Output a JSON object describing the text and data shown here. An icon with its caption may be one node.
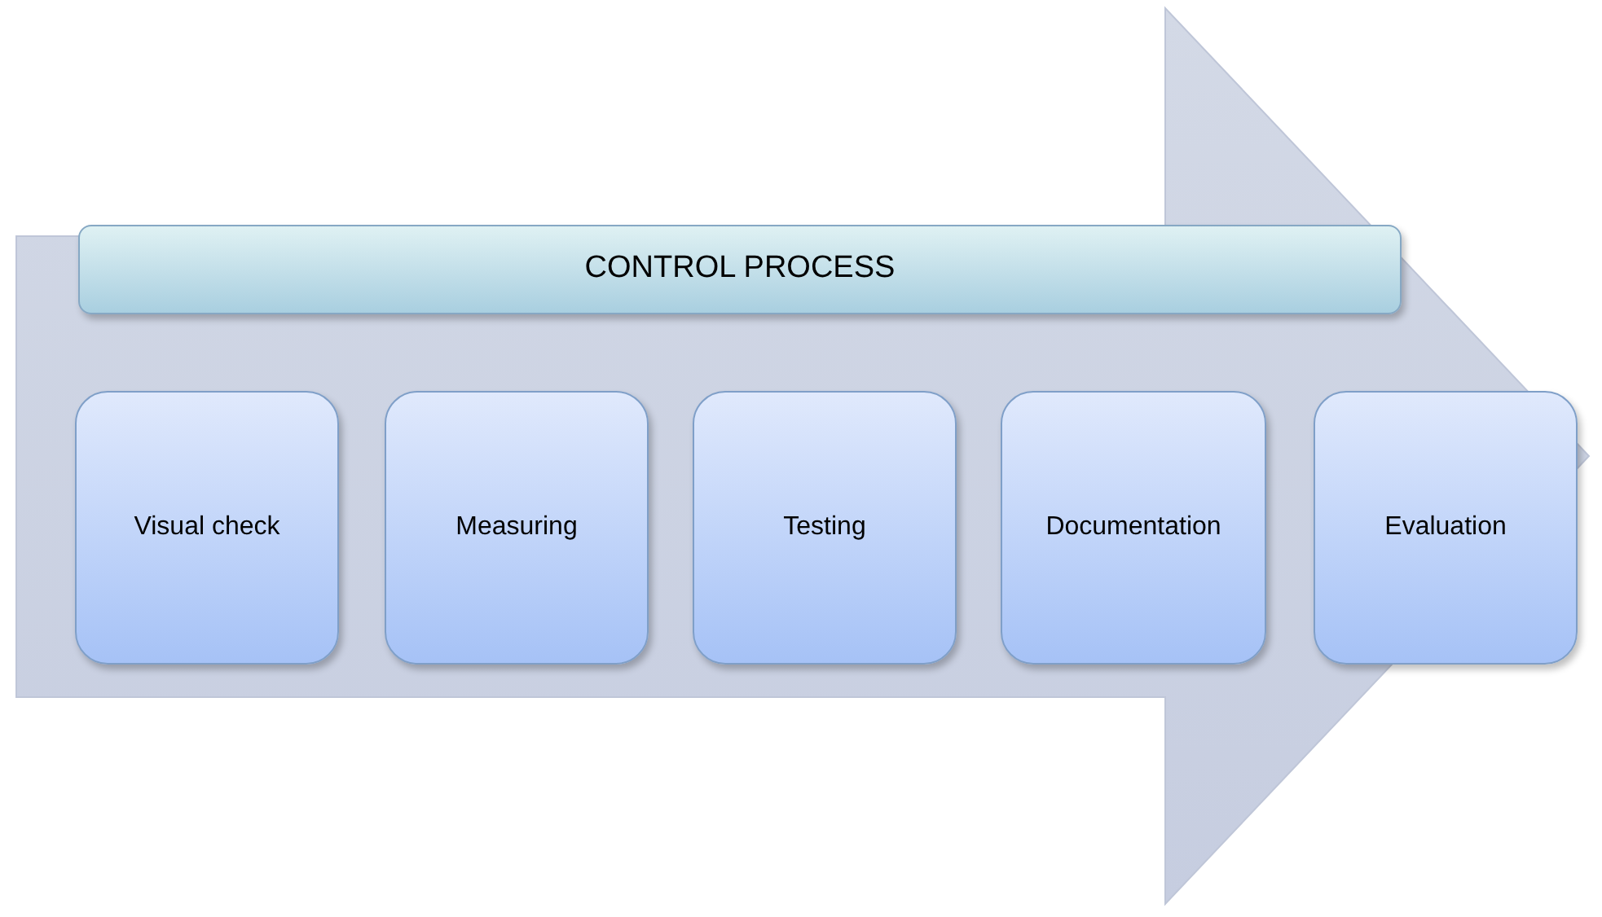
{
  "diagram": {
    "nodes": [
      {
        "text": [
          "CONTROL PROCESS"
        ]
      },
      {
        "text": [
          "Visual check"
        ]
      },
      {
        "text": [
          "Measuring"
        ]
      },
      {
        "text": [
          "Testing"
        ]
      },
      {
        "text": [
          "Documentation"
        ]
      },
      {
        "text": [
          "Evaluation"
        ]
      }
    ]
  }
}
